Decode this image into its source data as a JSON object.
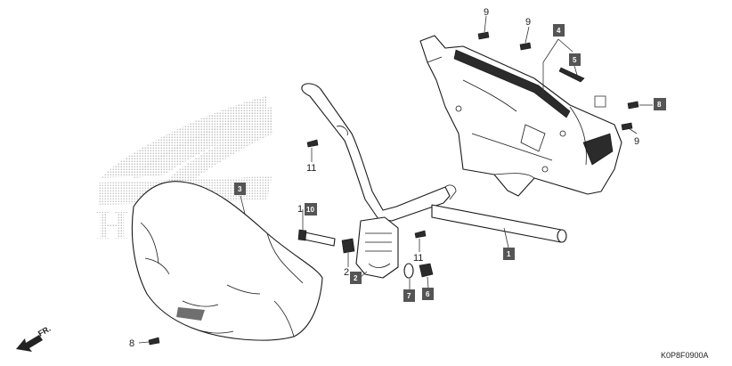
{
  "watermark": {
    "brand": "HONDA"
  },
  "diagram_code": "K0P8F0900A",
  "direction_label": "FR.",
  "callouts": {
    "c1": {
      "num": "1",
      "boxed": true
    },
    "c2": {
      "num": "2",
      "boxed": true
    },
    "c3": {
      "num": "3",
      "boxed": true
    },
    "c4": {
      "num": "4",
      "boxed": true
    },
    "c5": {
      "num": "5",
      "boxed": true
    },
    "c6": {
      "num": "6",
      "boxed": true
    },
    "c7": {
      "num": "7",
      "boxed": true
    },
    "c8": {
      "num": "8",
      "boxed": true
    },
    "c10": {
      "num": "10",
      "boxed": true
    },
    "c2plain": {
      "num": "2"
    },
    "c1plain": {
      "num": "1"
    },
    "c8plain": {
      "num": "8"
    },
    "c9a": {
      "num": "9"
    },
    "c9b": {
      "num": "9"
    },
    "c9c": {
      "num": "9"
    },
    "c11a": {
      "num": "11"
    },
    "c11b": {
      "num": "11"
    }
  },
  "colors": {
    "box_fill": "#555555",
    "line": "#1a1a1a",
    "watermark": "#b5b5b5"
  }
}
